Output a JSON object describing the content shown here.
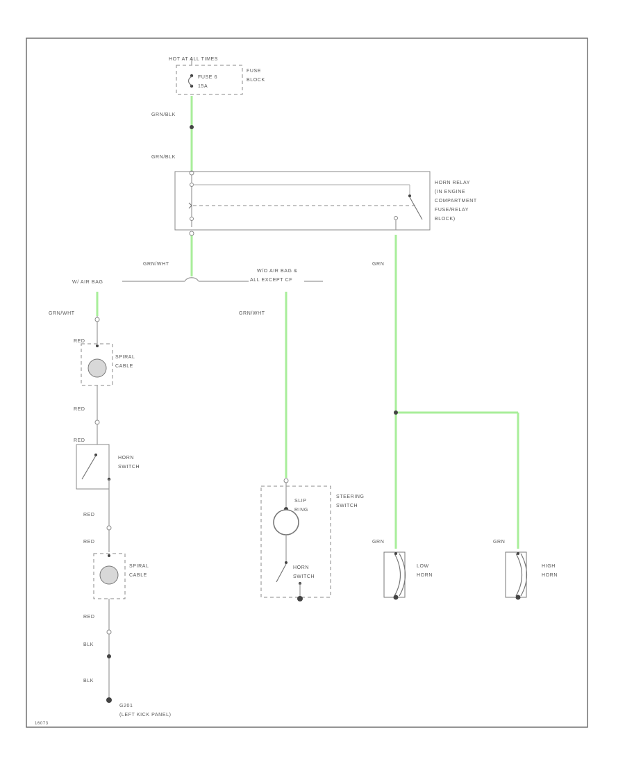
{
  "labels": {
    "hot_power": "HOT AT ALL TIMES",
    "fuse": "FUSE 6",
    "fuse_amps": "15A",
    "fuse_block_1": "FUSE",
    "fuse_block_2": "BLOCK",
    "wire_top_1": "GRN/BLK",
    "wire_top_2": "GRN/BLK",
    "relay_1": "HORN RELAY",
    "relay_2": "(IN ENGINE",
    "relay_3": "COMPARTMENT",
    "relay_4": "FUSE/RELAY",
    "relay_5": "BLOCK)",
    "relay_out_wire": "GRN/WHT",
    "relay_right_wire": "GRN",
    "with_airbag": "W/ AIR BAG",
    "without_airbag_1": "W/O AIR BAG &",
    "without_airbag_2": "ALL EXCEPT CF",
    "left_wire": "GRN/WHT",
    "mid_wire": "GRN/WHT",
    "red_1": "RED",
    "spiral_1a": "SPIRAL",
    "spiral_1b": "CABLE",
    "red_2": "RED",
    "red_3": "RED",
    "horn_switch_1a": "HORN",
    "horn_switch_1b": "SWITCH",
    "red_4": "RED",
    "red_5": "RED",
    "spiral_2a": "SPIRAL",
    "spiral_2b": "CABLE",
    "red_6": "RED",
    "blk_1": "BLK",
    "blk_2": "BLK",
    "ground_1": "G201",
    "ground_2": "(LEFT KICK PANEL)",
    "slip_ring_1": "SLIP",
    "slip_ring_2": "RING",
    "steering_1": "STEERING",
    "steering_2": "SWITCH",
    "horn_switch_2a": "HORN",
    "horn_switch_2b": "SWITCH",
    "grn_low": "GRN",
    "grn_high": "GRN",
    "low_horn_1": "LOW",
    "low_horn_2": "HORN",
    "high_horn_1": "HIGH",
    "high_horn_2": "HORN",
    "figure_code": "16073"
  }
}
